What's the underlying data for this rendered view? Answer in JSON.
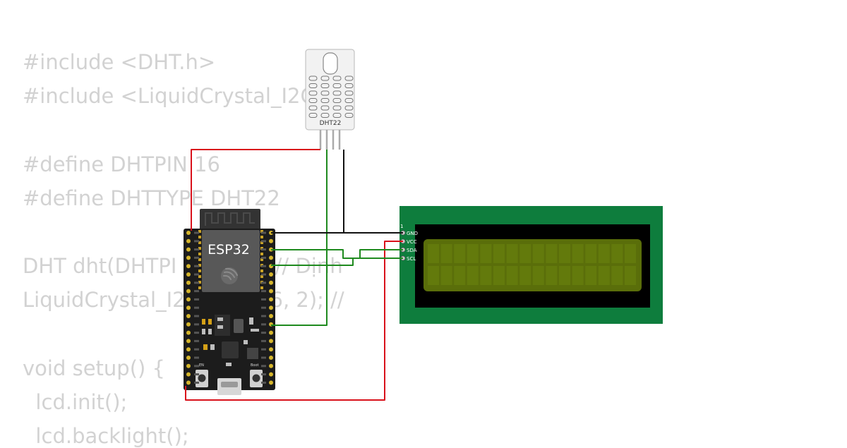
{
  "code_lines": [
    "#include <DHT.h>",
    "#include <LiquidCrystal_I2C",
    "",
    "#define DHTPIN 16",
    "#define DHTTYPE DHT22",
    "",
    "DHT dht(DHTPI      YPE); // Định",
    "LiquidCrystal_I2     27, 16, 2); //",
    "",
    "void setup() {",
    "  lcd.init();",
    "  lcd.backlight();"
  ],
  "components": {
    "dht": {
      "label": "DHT22"
    },
    "esp32": {
      "label": "ESP32",
      "boot_label": "Boot",
      "en_label": "EN"
    },
    "lcd": {
      "pin_marker": "1",
      "pins": [
        "GND",
        "VCC",
        "SDA",
        "SCL"
      ]
    }
  },
  "colors": {
    "wire_red": "#d9111b",
    "wire_green": "#1e8a1e",
    "wire_black": "#111111",
    "lcd_pcb": "#0e7d3d",
    "lcd_screen": "#5a6e0a",
    "code_text": "#d2d2d2"
  }
}
